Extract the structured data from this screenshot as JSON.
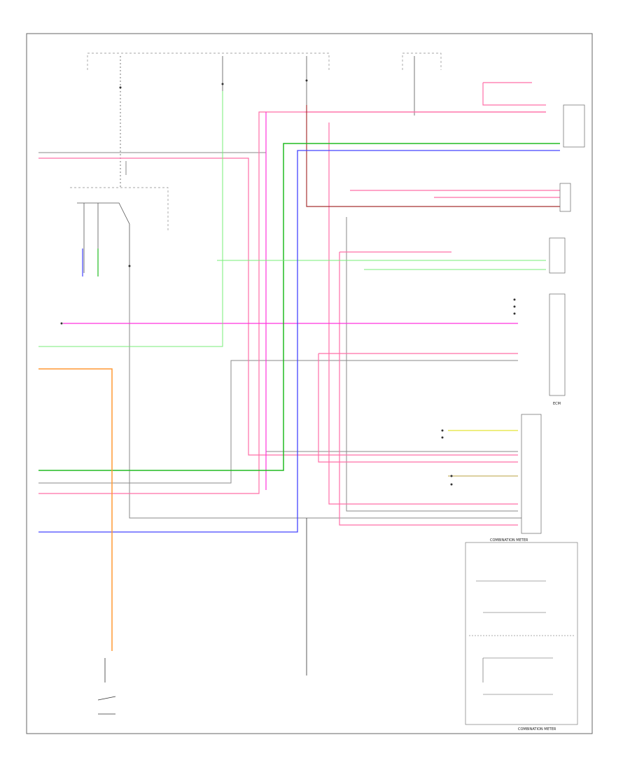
{
  "footer": {
    "code": ""
  },
  "components": {
    "ecm": "ECM",
    "meter": "COMBINATION METER",
    "meter_bottom": "COMBINATION METER"
  },
  "wire_colors": {
    "pink": "#ff4fa0",
    "light_pink": "#ff8fc0",
    "magenta": "#ff33dd",
    "green": "#22bb22",
    "light_green": "#77ee77",
    "blue": "#4444ff",
    "orange": "#ff9933",
    "dark_red": "#a83232",
    "gray": "#888888",
    "yellow": "#dddd00",
    "black": "#222222"
  }
}
